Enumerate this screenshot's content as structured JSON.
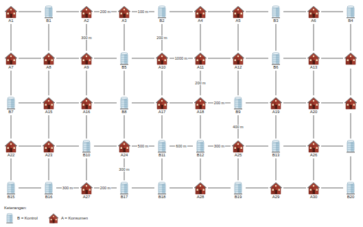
{
  "diagram": {
    "nodes": [
      {
        "text": [
          "A1"
        ]
      },
      {
        "text": [
          "B1"
        ]
      },
      {
        "text": [
          "A2"
        ]
      },
      {
        "text": [
          "A3"
        ]
      },
      {
        "text": [
          "B2"
        ]
      },
      {
        "text": [
          "A4"
        ]
      },
      {
        "text": [
          "A5"
        ]
      },
      {
        "text": [
          "B3"
        ]
      },
      {
        "text": [
          "A6"
        ]
      },
      {
        "text": [
          "B4"
        ]
      },
      {
        "text": [
          "A7"
        ]
      },
      {
        "text": [
          "A8"
        ]
      },
      {
        "text": [
          "A9"
        ]
      },
      {
        "text": [
          "B5"
        ]
      },
      {
        "text": [
          "A10"
        ]
      },
      {
        "text": [
          "A11"
        ]
      },
      {
        "text": [
          "A12"
        ]
      },
      {
        "text": [
          "B6"
        ]
      },
      {
        "text": [
          "A13"
        ]
      },
      {
        "text": [
          "B7"
        ]
      },
      {
        "text": [
          "A15"
        ]
      },
      {
        "text": [
          "A16"
        ]
      },
      {
        "text": [
          "B8"
        ]
      },
      {
        "text": [
          "A17"
        ]
      },
      {
        "text": [
          "A18"
        ]
      },
      {
        "text": [
          "B9"
        ]
      },
      {
        "text": [
          "A19"
        ]
      },
      {
        "text": [
          "A20"
        ]
      },
      {
        "text": [
          "A22"
        ]
      },
      {
        "text": [
          "A23"
        ]
      },
      {
        "text": [
          "B10"
        ]
      },
      {
        "text": [
          "A24"
        ]
      },
      {
        "text": [
          "B11"
        ]
      },
      {
        "text": [
          "B12"
        ]
      },
      {
        "text": [
          "A25"
        ]
      },
      {
        "text": [
          "B13"
        ]
      },
      {
        "text": [
          "A26"
        ]
      },
      {
        "text": [
          "B15"
        ]
      },
      {
        "text": [
          "B16"
        ]
      },
      {
        "text": [
          "A27"
        ]
      },
      {
        "text": [
          "B17"
        ]
      },
      {
        "text": [
          "B18"
        ]
      },
      {
        "text": [
          "A28"
        ]
      },
      {
        "text": [
          "B19"
        ]
      },
      {
        "text": [
          "A29"
        ]
      },
      {
        "text": [
          "A30"
        ]
      },
      {
        "text": [
          "B20"
        ]
      }
    ],
    "edges": [
      {
        "from": 0,
        "to": 1,
        "arrow": "none"
      },
      {
        "from": 1,
        "to": 2,
        "arrow": "none"
      },
      {
        "from": 2,
        "to": 3,
        "label": "200 m",
        "arrow": "none"
      },
      {
        "from": 3,
        "to": 4,
        "label": "100 m",
        "arrow": "none"
      },
      {
        "from": 4,
        "to": 5,
        "arrow": "none"
      },
      {
        "from": 5,
        "to": 6,
        "arrow": "none"
      },
      {
        "from": 6,
        "to": 7,
        "arrow": "none"
      },
      {
        "from": 7,
        "to": 8,
        "arrow": "none"
      },
      {
        "from": 8,
        "to": 9,
        "arrow": "none"
      },
      {
        "from": 10,
        "to": 11,
        "arrow": "none"
      },
      {
        "from": 11,
        "to": 12,
        "arrow": "none"
      },
      {
        "from": 12,
        "to": 13,
        "arrow": "none"
      },
      {
        "from": 13,
        "to": 14,
        "arrow": "none"
      },
      {
        "from": 14,
        "to": 15,
        "label": "1000 m",
        "arrow": "none"
      },
      {
        "from": 15,
        "to": 16,
        "arrow": "none"
      },
      {
        "from": 16,
        "to": 17,
        "arrow": "none"
      },
      {
        "from": 17,
        "to": 18,
        "arrow": "none"
      },
      {
        "from": 19,
        "to": 20,
        "arrow": "none"
      },
      {
        "from": 20,
        "to": 21,
        "arrow": "none"
      },
      {
        "from": 21,
        "to": 22,
        "arrow": "none"
      },
      {
        "from": 22,
        "to": 23,
        "arrow": "none"
      },
      {
        "from": 23,
        "to": 24,
        "arrow": "none"
      },
      {
        "from": 24,
        "to": 25,
        "label": "200 m",
        "arrow": "none"
      },
      {
        "from": 25,
        "to": 26,
        "arrow": "none"
      },
      {
        "from": 26,
        "to": 27,
        "arrow": "none"
      },
      {
        "from": 28,
        "to": 29,
        "arrow": "none"
      },
      {
        "from": 29,
        "to": 30,
        "arrow": "none"
      },
      {
        "from": 30,
        "to": 31,
        "arrow": "none"
      },
      {
        "from": 31,
        "to": 32,
        "label": "500 m",
        "arrow": "none"
      },
      {
        "from": 32,
        "to": 33,
        "label": "600 m",
        "arrow": "none"
      },
      {
        "from": 33,
        "to": 34,
        "label": "300 m",
        "arrow": "none"
      },
      {
        "from": 34,
        "to": 35,
        "arrow": "none"
      },
      {
        "from": 35,
        "to": 36,
        "arrow": "none"
      },
      {
        "from": 37,
        "to": 38,
        "arrow": "none"
      },
      {
        "from": 38,
        "to": 39,
        "label": "300 m",
        "arrow": "none"
      },
      {
        "from": 39,
        "to": 40,
        "label": "200 m",
        "arrow": "none"
      },
      {
        "from": 40,
        "to": 41,
        "arrow": "none"
      },
      {
        "from": 41,
        "to": 42,
        "arrow": "none"
      },
      {
        "from": 42,
        "to": 43,
        "arrow": "none"
      },
      {
        "from": 43,
        "to": 44,
        "arrow": "none"
      },
      {
        "from": 44,
        "to": 45,
        "arrow": "none"
      },
      {
        "from": 45,
        "to": 46,
        "arrow": "none"
      },
      {
        "from": 0,
        "to": 10,
        "arrow": "none"
      },
      {
        "from": 1,
        "to": 11,
        "arrow": "none"
      },
      {
        "from": 2,
        "to": 12,
        "label": "300 m",
        "arrow": "none"
      },
      {
        "from": 3,
        "to": 13,
        "arrow": "none"
      },
      {
        "from": 4,
        "to": 14,
        "label": "200 m",
        "arrow": "none"
      },
      {
        "from": 5,
        "to": 15,
        "arrow": "none"
      },
      {
        "from": 6,
        "to": 16,
        "arrow": "none"
      },
      {
        "from": 7,
        "to": 17,
        "arrow": "none"
      },
      {
        "from": 8,
        "to": 18,
        "arrow": "none"
      },
      {
        "from": 10,
        "to": 19,
        "arrow": "none"
      },
      {
        "from": 11,
        "to": 20,
        "arrow": "none"
      },
      {
        "from": 12,
        "to": 21,
        "arrow": "none"
      },
      {
        "from": 13,
        "to": 22,
        "arrow": "none"
      },
      {
        "from": 14,
        "to": 23,
        "arrow": "none"
      },
      {
        "from": 15,
        "to": 24,
        "label": "200 m",
        "arrow": "none"
      },
      {
        "from": 16,
        "to": 25,
        "arrow": "none"
      },
      {
        "from": 17,
        "to": 26,
        "arrow": "none"
      },
      {
        "from": 18,
        "to": 27,
        "arrow": "none"
      },
      {
        "from": 19,
        "to": 28,
        "arrow": "none"
      },
      {
        "from": 20,
        "to": 29,
        "arrow": "none"
      },
      {
        "from": 21,
        "to": 30,
        "arrow": "none"
      },
      {
        "from": 22,
        "to": 31,
        "arrow": "none"
      },
      {
        "from": 23,
        "to": 32,
        "arrow": "none"
      },
      {
        "from": 24,
        "to": 33,
        "arrow": "none"
      },
      {
        "from": 25,
        "to": 34,
        "label": "400 m",
        "arrow": "none"
      },
      {
        "from": 26,
        "to": 35,
        "arrow": "none"
      },
      {
        "from": 27,
        "to": 36,
        "arrow": "none"
      },
      {
        "from": 28,
        "to": 37,
        "arrow": "none"
      },
      {
        "from": 29,
        "to": 38,
        "arrow": "none"
      },
      {
        "from": 30,
        "to": 39,
        "arrow": "none"
      },
      {
        "from": 31,
        "to": 40,
        "label": "300 m",
        "arrow": "none"
      },
      {
        "from": 32,
        "to": 41,
        "arrow": "none"
      },
      {
        "from": 33,
        "to": 42,
        "arrow": "none"
      },
      {
        "from": 34,
        "to": 43,
        "arrow": "none"
      },
      {
        "from": 35,
        "to": 44,
        "arrow": "none"
      },
      {
        "from": 36,
        "to": 45,
        "arrow": "none"
      }
    ],
    "labels": [
      "Keterangan:"
    ],
    "legend": [
      {
        "text": "B = Kontrol"
      },
      {
        "text": "A = Konsumen"
      }
    ]
  }
}
